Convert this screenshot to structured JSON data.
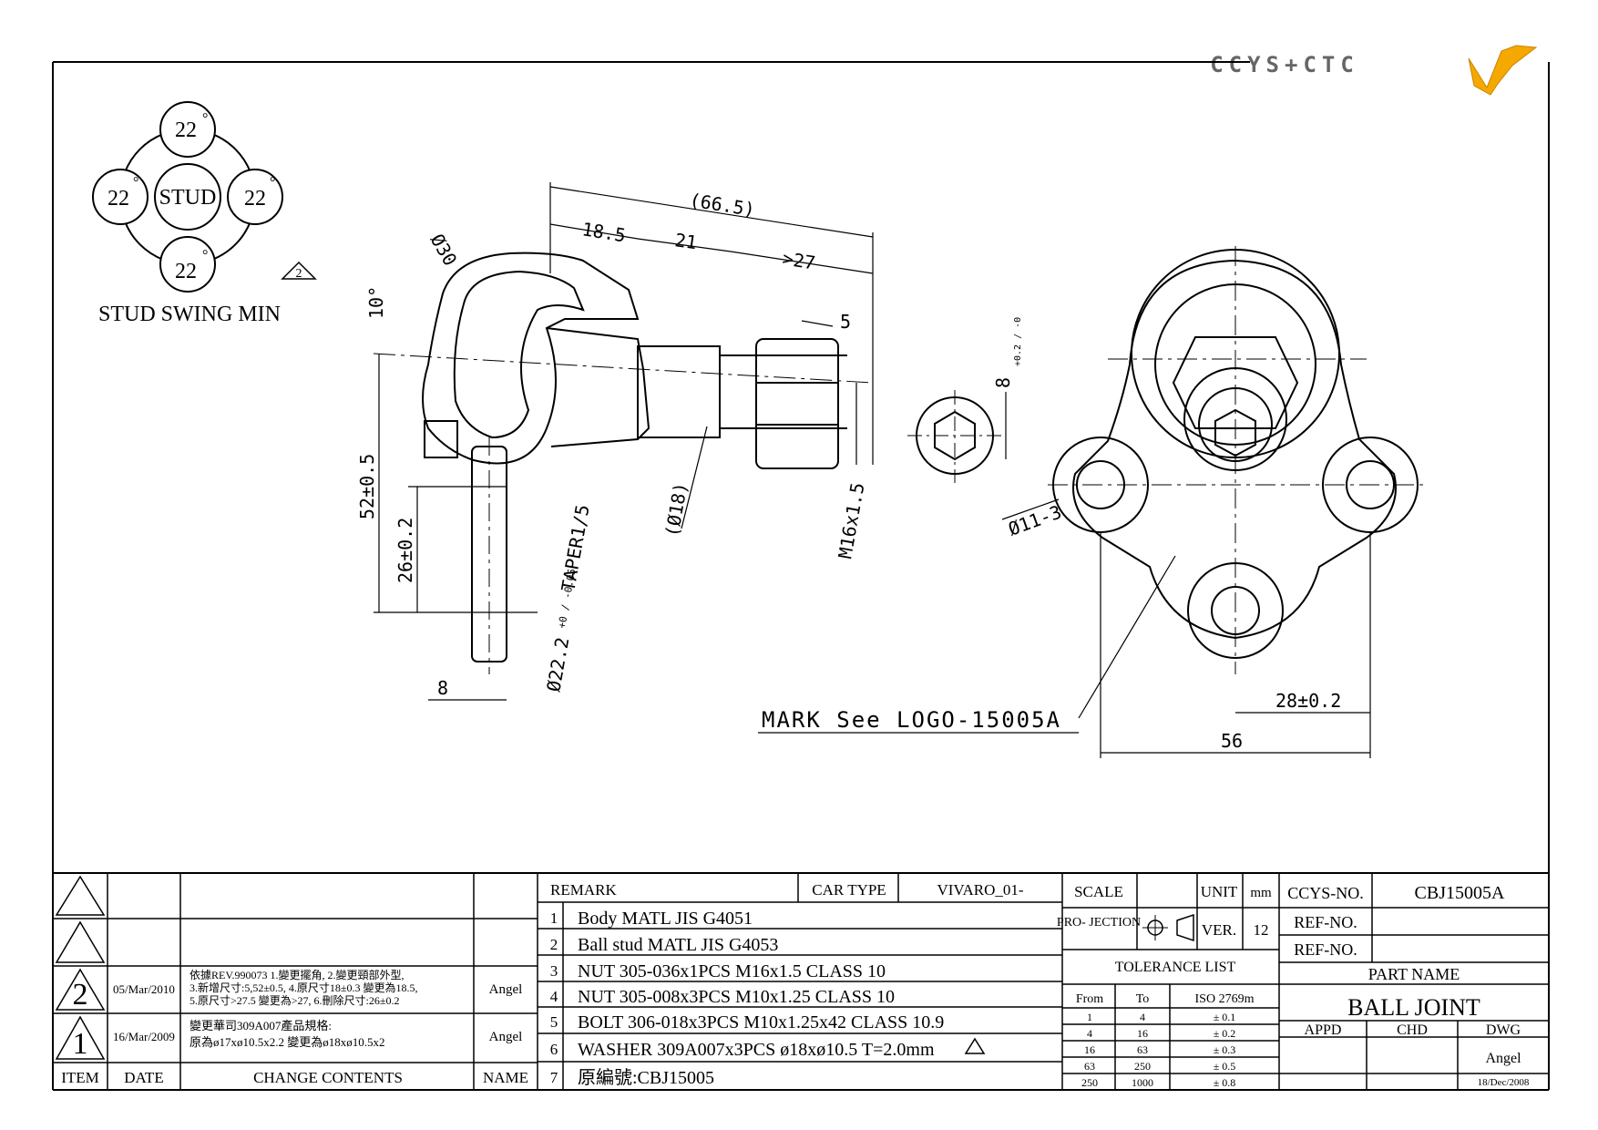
{
  "logo": {
    "text": "CCYS+CTC",
    "accent": "#f5a800"
  },
  "swing": {
    "center_label": "STUD",
    "angles": [
      "22",
      "22",
      "22",
      "22"
    ],
    "degree_mark": "°",
    "caption": "STUD SWING MIN",
    "rev_mark": "2"
  },
  "dims": {
    "overall": "(66.5)",
    "d18_5": "18.5",
    "d21": "21",
    "d27": ">27",
    "d5": "5",
    "phi30": "Ø30",
    "angle10": "10°",
    "d52": "52±0.5",
    "d26": "26±0.2",
    "d8": "8",
    "taper": "TAPER1/5",
    "phi22": "Ø22.2",
    "phi22_tol": "+0 / -0.05",
    "phi18": "(Ø18)",
    "m16": "M16x1.5",
    "hex8": "8",
    "hex8_tol": "+0.2 / -0",
    "phi11": "Ø11-3",
    "d28": "28±0.2",
    "d56": "56",
    "mark": "MARK See LOGO-15005A"
  },
  "revisions": {
    "headers": {
      "item": "ITEM",
      "date": "DATE",
      "contents": "CHANGE CONTENTS",
      "name": "NAME"
    },
    "rows": [
      {
        "item": "",
        "date": "",
        "line1": "",
        "line2": "",
        "name": ""
      },
      {
        "item": "",
        "date": "",
        "line1": "",
        "line2": "",
        "name": ""
      },
      {
        "item": "2",
        "date": "05/Mar/2010",
        "line1": "依據REV.990073 1.變更擺角, 2.變更頸部外型,",
        "line2": "3.新增尺寸:5,52±0.5, 4.原尺寸18±0.3 變更為18.5,",
        "line3": "5.原尺寸>27.5 變更為>27, 6.刪除尺寸:26±0.2",
        "name": "Angel"
      },
      {
        "item": "1",
        "date": "16/Mar/2009",
        "line1": "變更華司309A007產品規格:",
        "line2": "原為ø17xø10.5x2.2 變更為ø18xø10.5x2",
        "name": "Angel"
      }
    ]
  },
  "remarks": {
    "header": "REMARK",
    "car_type_label": "CAR TYPE",
    "car_type": "VIVARO_01-",
    "items": [
      {
        "no": "1",
        "text": "Body MATL JIS G4051"
      },
      {
        "no": "2",
        "text": "Ball stud MATL JIS G4053"
      },
      {
        "no": "3",
        "text": "NUT 305-036x1PCS M16x1.5 CLASS 10"
      },
      {
        "no": "4",
        "text": "NUT 305-008x3PCS M10x1.25 CLASS 10"
      },
      {
        "no": "5",
        "text": "BOLT 306-018x3PCS M10x1.25x42 CLASS 10.9"
      },
      {
        "no": "6",
        "text": "WASHER 309A007x3PCS ø18xø10.5 T=2.0mm"
      },
      {
        "no": "7",
        "text": "原編號:CBJ15005"
      }
    ]
  },
  "specs": {
    "scale_label": "SCALE",
    "scale_value": "",
    "unit_label": "UNIT",
    "unit_value": "mm",
    "projection_label": "PRO-\nJECTION",
    "ver_label": "VER.",
    "ver_value": "12",
    "tolerance_title": "TOLERANCE LIST",
    "tol_headers": [
      "From",
      "To",
      "ISO 2769m"
    ],
    "tolerances": [
      [
        "1",
        "4",
        "± 0.1"
      ],
      [
        "4",
        "16",
        "± 0.2"
      ],
      [
        "16",
        "63",
        "± 0.3"
      ],
      [
        "63",
        "250",
        "± 0.5"
      ],
      [
        "250",
        "1000",
        "± 0.8"
      ]
    ]
  },
  "title_block": {
    "ccys_no_label": "CCYS-NO.",
    "ccys_no": "CBJ15005A",
    "ref_no_label": "REF-NO.",
    "ref_no_1": "",
    "ref_no_2": "",
    "part_name_label": "PART NAME",
    "part_name": "BALL JOINT",
    "appd": "APPD",
    "chd": "CHD",
    "dwg": "DWG",
    "drawer": "Angel",
    "drawn_date": "18/Dec/2008"
  }
}
